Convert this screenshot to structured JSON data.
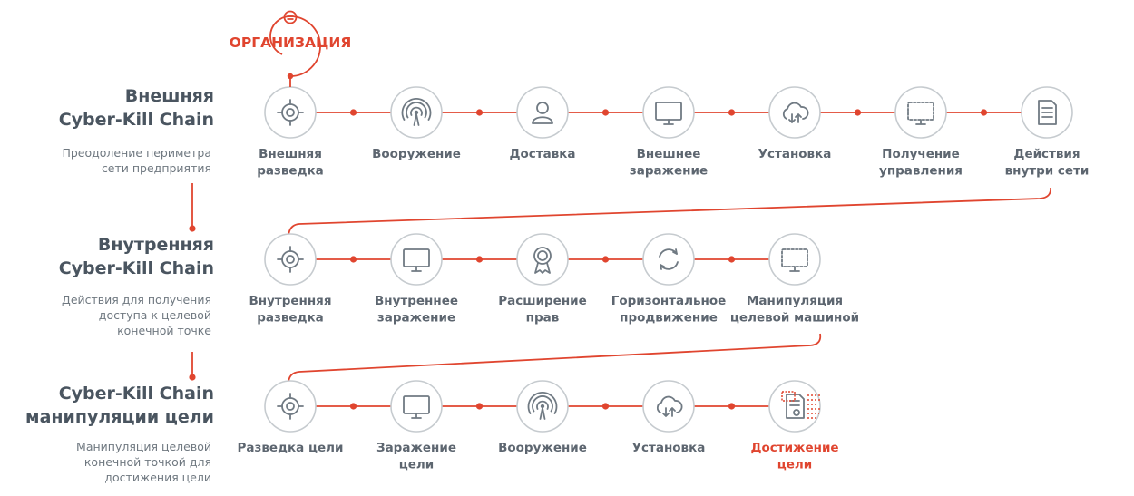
{
  "organization": {
    "label": "ОРГАНИЗАЦИЯ"
  },
  "colors": {
    "accent": "#e0452f",
    "text": "#4a5560",
    "muted": "#6f7880",
    "node_border": "#c6cbcf",
    "icon": "#707a83"
  },
  "rows": [
    {
      "title": [
        "Внешняя",
        "Cyber-Kill Chain"
      ],
      "subtitle": [
        "Преодоление периметра",
        "сети предприятия"
      ],
      "steps": [
        {
          "label": [
            "Внешняя",
            "разведка"
          ],
          "icon": "target-icon"
        },
        {
          "label": [
            "Вооружение"
          ],
          "icon": "broadcast-icon"
        },
        {
          "label": [
            "Доставка"
          ],
          "icon": "user-icon"
        },
        {
          "label": [
            "Внешнее",
            "заражение"
          ],
          "icon": "monitor-icon"
        },
        {
          "label": [
            "Установка"
          ],
          "icon": "cloud-download-icon"
        },
        {
          "label": [
            "Получение",
            "управления"
          ],
          "icon": "dashed-monitor-icon"
        },
        {
          "label": [
            "Действия",
            "внутри сети"
          ],
          "icon": "document-icon"
        }
      ]
    },
    {
      "title": [
        "Внутренняя",
        "Cyber-Kill Chain"
      ],
      "subtitle": [
        "Действия для получения",
        "доступа к целевой",
        "конечной точке"
      ],
      "steps": [
        {
          "label": [
            "Внутренняя",
            "разведка"
          ],
          "icon": "target-icon"
        },
        {
          "label": [
            "Внутреннее",
            "заражение"
          ],
          "icon": "monitor-icon"
        },
        {
          "label": [
            "Расширение",
            "прав"
          ],
          "icon": "badge-icon"
        },
        {
          "label": [
            "Горизонтальное",
            "продвижение"
          ],
          "icon": "refresh-icon"
        },
        {
          "label": [
            "Манипуляция",
            "целевой машиной"
          ],
          "icon": "dashed-monitor-icon"
        }
      ]
    },
    {
      "title": [
        "Cyber-Kill Chain",
        "манипуляции цели"
      ],
      "subtitle": [
        "Манипуляция целевой",
        "конечной точкой для",
        "достижения цели"
      ],
      "steps": [
        {
          "label": [
            "Разведка цели"
          ],
          "icon": "target-icon"
        },
        {
          "label": [
            "Заражение",
            "цели"
          ],
          "icon": "monitor-icon"
        },
        {
          "label": [
            "Вооружение"
          ],
          "icon": "broadcast-icon"
        },
        {
          "label": [
            "Установка"
          ],
          "icon": "cloud-download-icon"
        },
        {
          "label": [
            "Достижение",
            "цели"
          ],
          "icon": "certificate-icon",
          "highlight": true
        }
      ]
    }
  ]
}
